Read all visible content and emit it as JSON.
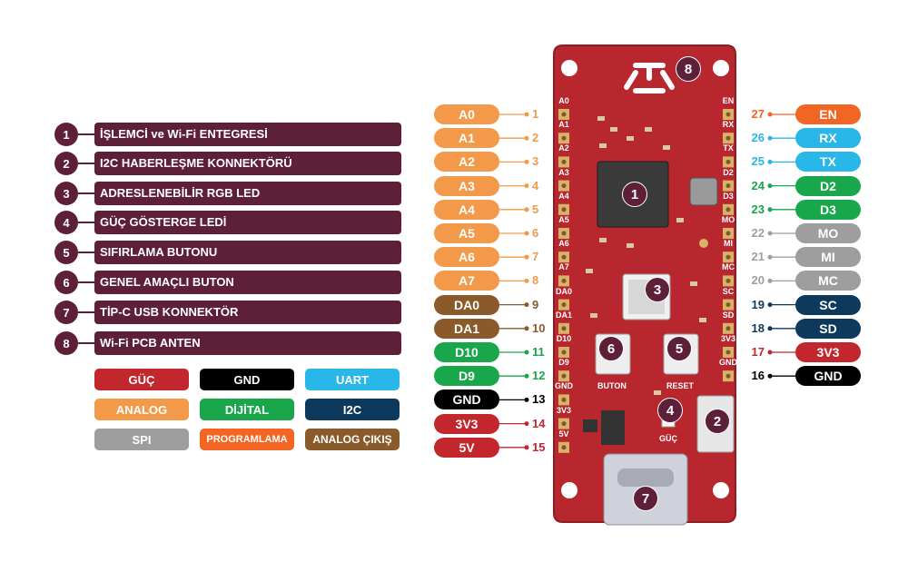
{
  "legend": [
    {
      "num": "1",
      "text": "İŞLEMCİ ve Wi-Fi ENTEGRESİ"
    },
    {
      "num": "2",
      "text": "I2C HABERLEŞME KONNEKTÖRÜ"
    },
    {
      "num": "3",
      "text": "ADRESLENEBİLİR RGB LED"
    },
    {
      "num": "4",
      "text": "GÜÇ GÖSTERGE LEDİ"
    },
    {
      "num": "5",
      "text": "SIFIRLAMA BUTONU"
    },
    {
      "num": "6",
      "text": "GENEL AMAÇLI BUTON"
    },
    {
      "num": "7",
      "text": "TİP-C USB KONNEKTÖR"
    },
    {
      "num": "8",
      "text": "Wi-Fi PCB ANTEN"
    }
  ],
  "color_key": [
    {
      "label": "GÜÇ",
      "color": "#c1272d"
    },
    {
      "label": "GND",
      "color": "#000000"
    },
    {
      "label": "UART",
      "color": "#29b6e8"
    },
    {
      "label": "ANALOG",
      "color": "#f29a4a"
    },
    {
      "label": "DİJİTAL",
      "color": "#1aa64a"
    },
    {
      "label": "I2C",
      "color": "#0d3a5c"
    },
    {
      "label": "SPI",
      "color": "#9e9e9e"
    },
    {
      "label": "PROGRAMLAMA",
      "color": "#f26522"
    },
    {
      "label": "ANALOG ÇIKIŞ",
      "color": "#8b5a2b"
    }
  ],
  "left_pins": [
    {
      "label": "A0",
      "num": "1",
      "color": "#f29a4a",
      "silk": "A0"
    },
    {
      "label": "A1",
      "num": "2",
      "color": "#f29a4a",
      "silk": "A1"
    },
    {
      "label": "A2",
      "num": "3",
      "color": "#f29a4a",
      "silk": "A2"
    },
    {
      "label": "A3",
      "num": "4",
      "color": "#f29a4a",
      "silk": "A3"
    },
    {
      "label": "A4",
      "num": "5",
      "color": "#f29a4a",
      "silk": "A4"
    },
    {
      "label": "A5",
      "num": "6",
      "color": "#f29a4a",
      "silk": "A5"
    },
    {
      "label": "A6",
      "num": "7",
      "color": "#f29a4a",
      "silk": "A6"
    },
    {
      "label": "A7",
      "num": "8",
      "color": "#f29a4a",
      "silk": "A7"
    },
    {
      "label": "DA0",
      "num": "9",
      "color": "#8b5a2b",
      "silk": "DA0"
    },
    {
      "label": "DA1",
      "num": "10",
      "color": "#8b5a2b",
      "silk": "DA1"
    },
    {
      "label": "D10",
      "num": "11",
      "color": "#1aa64a",
      "silk": "D10"
    },
    {
      "label": "D9",
      "num": "12",
      "color": "#1aa64a",
      "silk": "D9"
    },
    {
      "label": "GND",
      "num": "13",
      "color": "#000000",
      "silk": "GND"
    },
    {
      "label": "3V3",
      "num": "14",
      "color": "#c1272d",
      "silk": "3V3"
    },
    {
      "label": "5V",
      "num": "15",
      "color": "#c1272d",
      "silk": "5V"
    }
  ],
  "right_pins": [
    {
      "label": "EN",
      "num": "27",
      "color": "#f26522",
      "silk": "EN"
    },
    {
      "label": "RX",
      "num": "26",
      "color": "#29b6e8",
      "silk": "RX"
    },
    {
      "label": "TX",
      "num": "25",
      "color": "#29b6e8",
      "silk": "TX"
    },
    {
      "label": "D2",
      "num": "24",
      "color": "#1aa64a",
      "silk": "D2"
    },
    {
      "label": "D3",
      "num": "23",
      "color": "#1aa64a",
      "silk": "D3"
    },
    {
      "label": "MO",
      "num": "22",
      "color": "#9e9e9e",
      "silk": "MO"
    },
    {
      "label": "MI",
      "num": "21",
      "color": "#9e9e9e",
      "silk": "MI"
    },
    {
      "label": "MC",
      "num": "20",
      "color": "#9e9e9e",
      "silk": "MC"
    },
    {
      "label": "SC",
      "num": "19",
      "color": "#0d3a5c",
      "silk": "SC"
    },
    {
      "label": "SD",
      "num": "18",
      "color": "#0d3a5c",
      "silk": "SD"
    },
    {
      "label": "3V3",
      "num": "17",
      "color": "#c1272d",
      "silk": "3V3"
    },
    {
      "label": "GND",
      "num": "16",
      "color": "#000000",
      "silk": "GND"
    }
  ],
  "board": {
    "buton_label": "BUTON",
    "reset_label": "RESET",
    "guc_label": "GÜÇ",
    "badges": [
      "1",
      "2",
      "3",
      "4",
      "5",
      "6",
      "7",
      "8"
    ]
  }
}
